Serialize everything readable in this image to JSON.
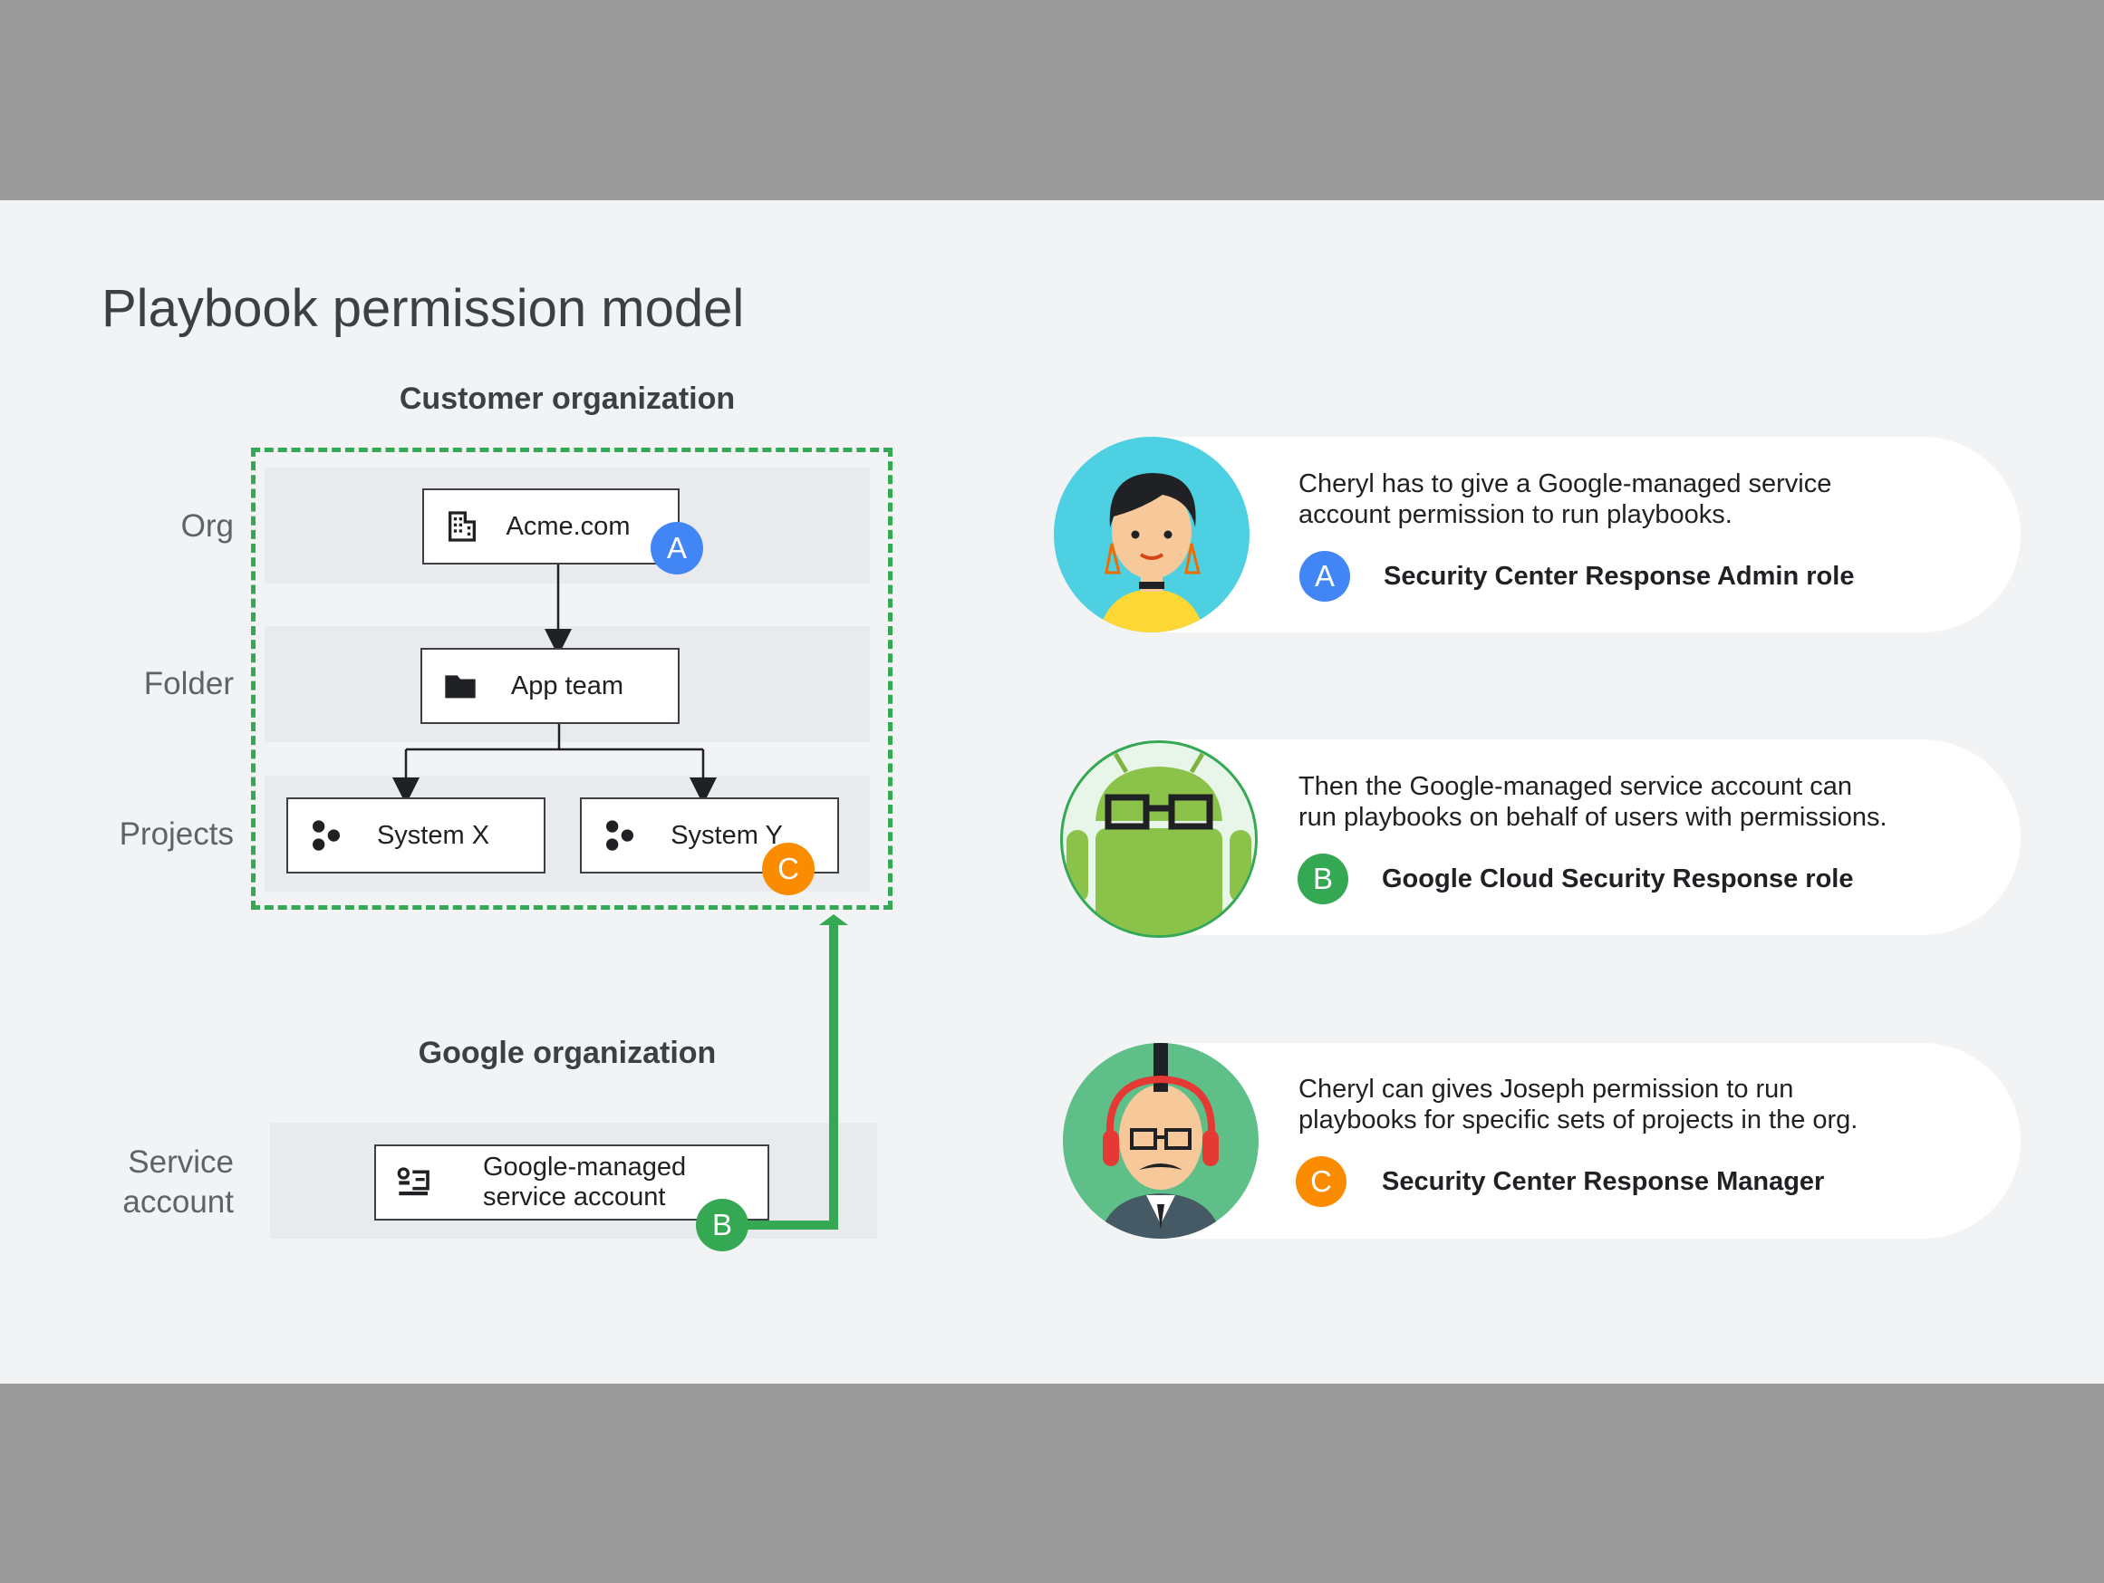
{
  "title": "Playbook permission model",
  "customer_org": {
    "heading": "Customer organization",
    "levels": {
      "org": "Org",
      "folder": "Folder",
      "projects": "Projects"
    },
    "nodes": {
      "acme": {
        "label": "Acme.com",
        "icon": "building-icon",
        "badge": "A"
      },
      "app_team": {
        "label": "App team",
        "icon": "folder-icon"
      },
      "system_x": {
        "label": "System X",
        "icon": "project-icon"
      },
      "system_y": {
        "label": "System Y",
        "icon": "project-icon",
        "badge": "C"
      }
    }
  },
  "google_org": {
    "heading": "Google organization",
    "level_line1": "Service",
    "level_line2": "account",
    "node": {
      "line1": "Google-managed",
      "line2": "service account",
      "icon": "service-account-icon",
      "badge": "B"
    }
  },
  "cards": [
    {
      "avatar": "woman-avatar",
      "line1": "Cheryl has to give a Google-managed service",
      "line2": "account permission to run playbooks.",
      "badge": "A",
      "role": "Security Center Response Admin role"
    },
    {
      "avatar": "android-avatar",
      "line1": "Then the Google-managed service account can",
      "line2": "run playbooks on behalf of users with permissions.",
      "badge": "B",
      "role": "Google Cloud Security Response role"
    },
    {
      "avatar": "man-headphones-avatar",
      "line1": "Cheryl can gives Joseph permission to run",
      "line2": "playbooks for specific sets of projects in the org.",
      "badge": "C",
      "role": "Security Center Response Manager"
    }
  ],
  "colors": {
    "badge_a": "#4285f4",
    "badge_b": "#34a853",
    "badge_c": "#fb8c00",
    "dashed_border": "#34a853",
    "arrow": "#34a853"
  }
}
